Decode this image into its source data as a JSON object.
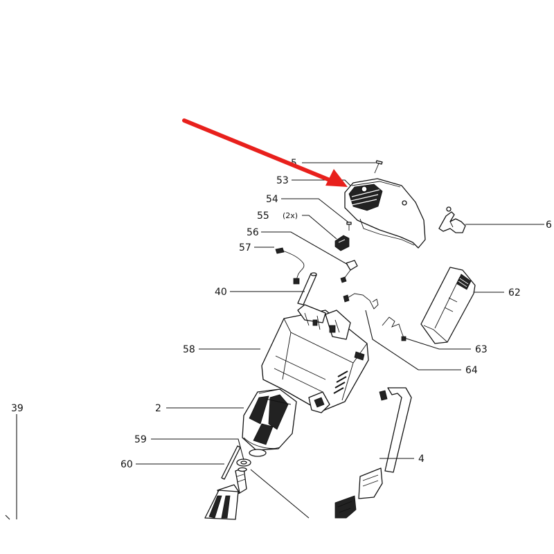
{
  "diagram": {
    "callouts": {
      "c5": "5",
      "c53": "53",
      "c54": "54",
      "c55": "55",
      "c55_qty": "(2x)",
      "c56": "56",
      "c57": "57",
      "c40": "40",
      "c58": "58",
      "c2": "2",
      "c59": "59",
      "c60": "60",
      "c39": "39",
      "c6": "6",
      "c62": "62",
      "c63": "63",
      "c64": "64",
      "c4": "4"
    },
    "arrow_color": "#e8201c",
    "line_color": "#111111"
  }
}
